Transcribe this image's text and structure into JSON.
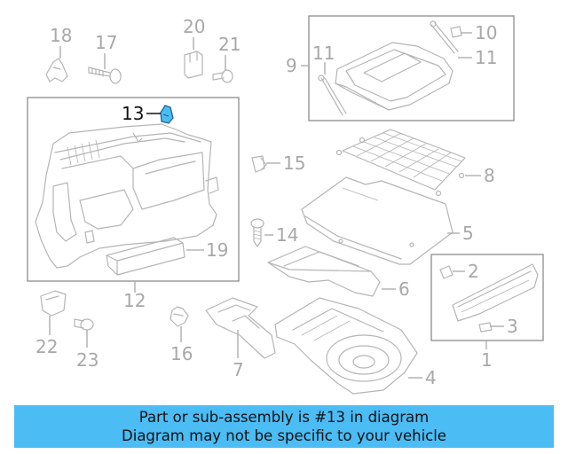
{
  "highlight": {
    "part": "13",
    "color": "#4bbcf4"
  },
  "callouts": {
    "c1": "1",
    "c2": "2",
    "c3": "3",
    "c4": "4",
    "c5": "5",
    "c6": "6",
    "c7": "7",
    "c8": "8",
    "c9": "9",
    "c10": "10",
    "c11a": "11",
    "c11b": "11",
    "c12": "12",
    "c13": "13",
    "c14": "14",
    "c15": "15",
    "c16": "16",
    "c17": "17",
    "c18": "18",
    "c19": "19",
    "c20": "20",
    "c21": "21",
    "c22": "22",
    "c23": "23"
  },
  "banner": {
    "line1": "Part or sub-assembly is #13 in diagram",
    "line2": "Diagram may not be specific to your vehicle",
    "background": "#4bbcf4"
  }
}
